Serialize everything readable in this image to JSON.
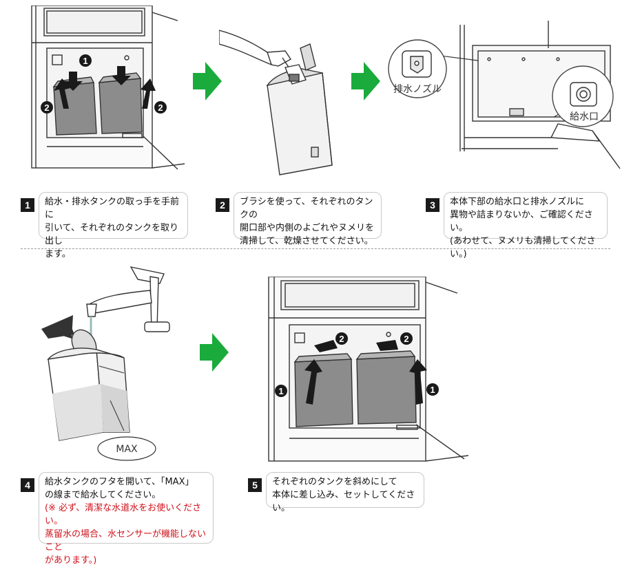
{
  "steps": [
    {
      "number": "1",
      "lines": [
        "給水・排水タンクの取っ手を手前に",
        "引いて、それぞれのタンクを取り出し",
        "ます。"
      ]
    },
    {
      "number": "2",
      "lines": [
        "ブラシを使って、それぞれのタンクの",
        "開口部や内側のよごれやヌメリを",
        "清掃して、乾燥させてください。"
      ]
    },
    {
      "number": "3",
      "lines": [
        "本体下部の給水口と排水ノズルに",
        "異物や詰まりないか、ご確認ください。",
        "(あわせて、ヌメリも清掃してください。)"
      ]
    },
    {
      "number": "4",
      "lines": [
        "給水タンクのフタを開いて、「MAX」",
        "の線まで給水してください。"
      ],
      "note_lines": [
        "(※ 必ず、清潔な水道水をお使いください。",
        "蒸留水の場合、水センサーが機能しないこと",
        "があります。)"
      ]
    },
    {
      "number": "5",
      "lines": [
        "それぞれのタンクを斜めにして",
        "本体に差し込み、セットしてください。"
      ]
    }
  ],
  "labels": {
    "drain_nozzle": "排水ノズル",
    "water_inlet": "給水口",
    "max": "MAX",
    "marker_1": "1",
    "marker_2": "2"
  },
  "colors": {
    "arrow_green": "#1aab3c",
    "note_red": "#d0101a",
    "tank_gray": "#8c8c8c",
    "line": "#333333"
  }
}
